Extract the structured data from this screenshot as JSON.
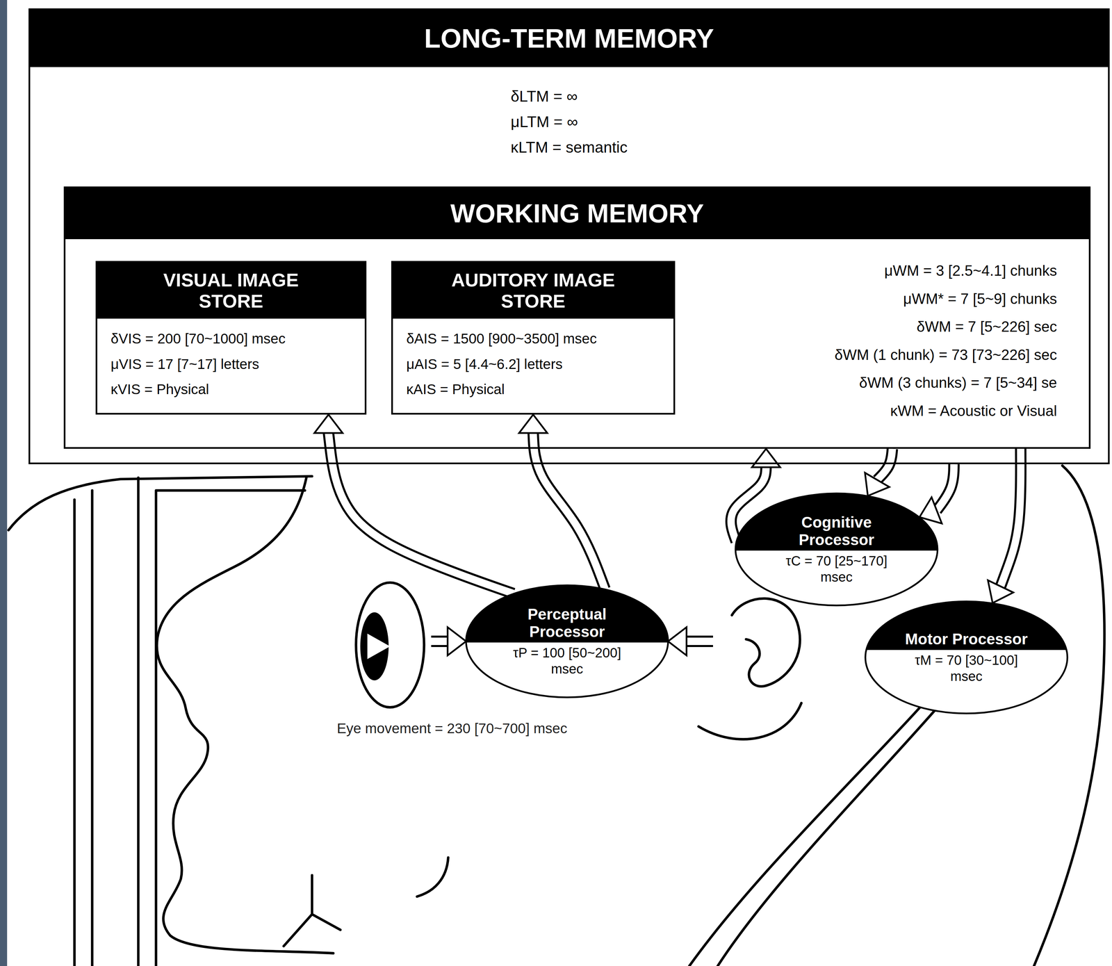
{
  "diagram": {
    "nodes": [
      {
        "text": [
          "LONG-TERM MEMORY",
          "δLTM = ∞",
          "μLTM = ∞",
          "κLTM = semantic"
        ]
      },
      {
        "text": [
          "WORKING MEMORY",
          "μWM = 3 [2.5~4.1] chunks",
          "μWM* = 7 [5~9] chunks",
          "δWM = 7 [5~226] sec",
          "δWM (1 chunk) = 73 [73~226] sec",
          "δWM (3 chunks) = 7 [5~34] se",
          "κWM = Acoustic or Visual"
        ],
        "in": 0
      },
      {
        "text": [
          "VISUAL IMAGE STORE",
          "δVIS = 200 [70~1000] msec",
          "μVIS = 17 [7~17] letters",
          "κVIS = Physical"
        ],
        "in": 1
      },
      {
        "text": [
          "AUDITORY IMAGE STORE",
          "δAIS = 1500 [900~3500] msec",
          "μAIS = 5 [4.4~6.2] letters",
          "κAIS = Physical"
        ],
        "in": 1
      },
      {
        "text": [
          "Perceptual Processor",
          "τP = 100 [50~200] msec"
        ]
      },
      {
        "text": [
          "Cognitive Processor",
          "τC = 70 [25~170] msec"
        ]
      },
      {
        "text": [
          "Motor Processor",
          "τM = 70 [30~100] msec"
        ]
      }
    ],
    "edges": [
      {
        "from": 4,
        "to": 2,
        "arrow": "to"
      },
      {
        "from": 4,
        "to": 3,
        "arrow": "to"
      },
      {
        "from": 5,
        "to": 1,
        "arrow": "to"
      },
      {
        "from": 1,
        "to": 5,
        "arrow": "to"
      },
      {
        "from": 0,
        "to": 5,
        "arrow": "to"
      },
      {
        "from": 1,
        "to": 6,
        "arrow": "to"
      }
    ],
    "labels": [
      "Eye movement = 230 [70~700] msec"
    ]
  }
}
